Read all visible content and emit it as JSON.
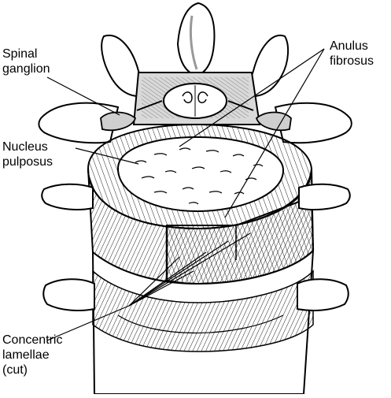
{
  "labels": {
    "spinal_ganglion": [
      "Spinal",
      "ganglion"
    ],
    "nucleus_pulposus": [
      "Nucleus",
      "pulposus"
    ],
    "anulus_fibrosus": [
      "Anulus",
      "fibrosus"
    ],
    "concentric_lamellae": [
      "Concentric",
      "lamellae",
      "(cut)"
    ]
  },
  "colors": {
    "ink": "#000000",
    "bone": "#ffffff",
    "shade": "#bdbdbd",
    "dark_shade": "#5a5a5a"
  }
}
